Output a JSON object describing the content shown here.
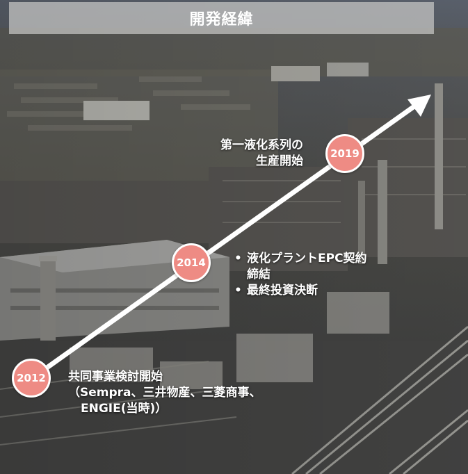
{
  "title": "開発経緯",
  "milestones": [
    {
      "year": "2012",
      "lines": [
        "共同事業検討開始",
        "（Sempra、三井物産、三菱商事、",
        "ENGIE(当時)）"
      ]
    },
    {
      "year": "2014",
      "bullets": [
        {
          "lines": [
            "液化プラントEPC契約",
            "締結"
          ]
        },
        {
          "lines": [
            "最終投資決断"
          ]
        }
      ]
    },
    {
      "year": "2019",
      "lines": [
        "第一液化系列の",
        "生産開始"
      ]
    }
  ],
  "colors": {
    "circle_fill": "#ee8b84",
    "arrow": "#ffffff",
    "title_band": "#c8c8c6"
  }
}
